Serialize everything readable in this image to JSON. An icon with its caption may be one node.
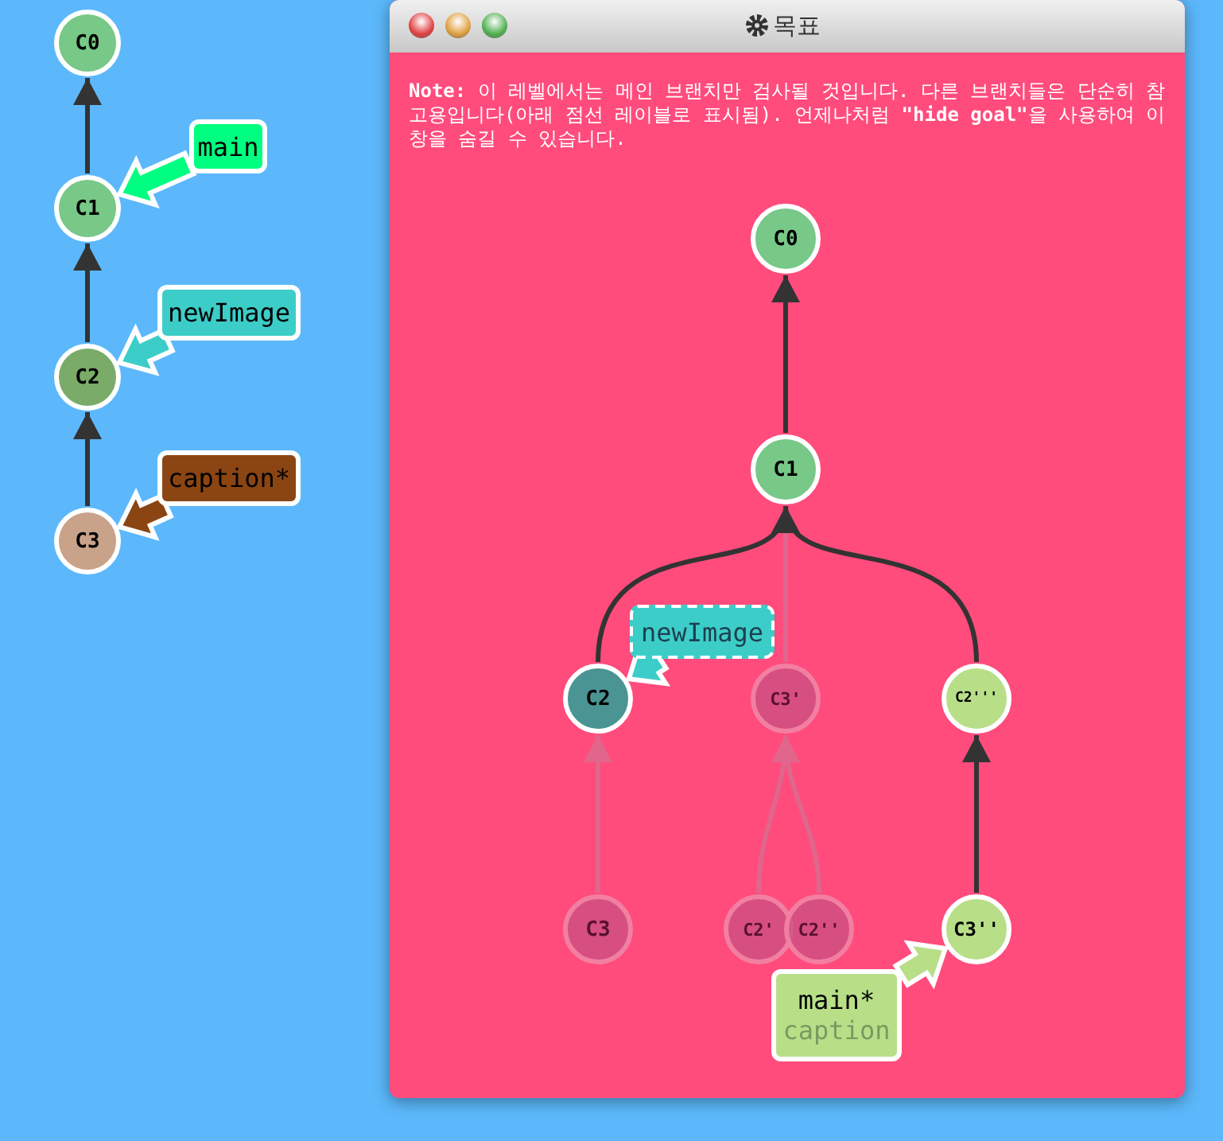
{
  "diagram": {
    "nodes": [
      {
        "text": [
          "C0"
        ]
      },
      {
        "text": [
          "C1"
        ]
      },
      {
        "text": [
          "C2"
        ]
      },
      {
        "text": [
          "C3"
        ]
      },
      {
        "text": [
          "main"
        ]
      },
      {
        "text": [
          "newImage"
        ]
      },
      {
        "text": [
          "caption*"
        ]
      },
      {
        "text": [
          "목표",
          "**Note:** 이 레벨에서는 메인 브랜치만 검사될 것입니다. 다른 브랜치들은 단순히 참고용입니다(아래 점선 레이블로 표시됨). 언제나처럼 **\"hide goal\"**을 사용하여 이 창을 숨길 수 있습니다."
        ]
      },
      {
        "text": [
          "C0"
        ],
        "in": 7
      },
      {
        "text": [
          "C1"
        ],
        "in": 7
      },
      {
        "text": [
          "C2"
        ],
        "in": 7
      },
      {
        "text": [
          "C3'"
        ],
        "in": 7
      },
      {
        "text": [
          "C2'''"
        ],
        "in": 7
      },
      {
        "text": [
          "C3"
        ],
        "in": 7
      },
      {
        "text": [
          "C2'"
        ],
        "in": 7
      },
      {
        "text": [
          "C2''"
        ],
        "in": 7
      },
      {
        "text": [
          "C3''"
        ],
        "in": 7
      },
      {
        "text": [
          "newImage"
        ],
        "in": 7
      },
      {
        "text": [
          "main*",
          "caption"
        ],
        "in": 7
      }
    ],
    "edges": [
      {
        "from": 1,
        "to": 0,
        "arrow": "to"
      },
      {
        "from": 2,
        "to": 1,
        "arrow": "to"
      },
      {
        "from": 3,
        "to": 2,
        "arrow": "to"
      },
      {
        "from": 4,
        "to": 1,
        "arrow": "to",
        "style": "thick"
      },
      {
        "from": 5,
        "to": 2,
        "arrow": "to",
        "style": "thick"
      },
      {
        "from": 6,
        "to": 3,
        "arrow": "to",
        "style": "thick"
      },
      {
        "from": 9,
        "to": 8,
        "arrow": "to"
      },
      {
        "from": 10,
        "to": 9,
        "arrow": "to"
      },
      {
        "from": 11,
        "to": 9,
        "arrow": "to",
        "color": "#e0668c"
      },
      {
        "from": 12,
        "to": 9,
        "arrow": "to"
      },
      {
        "from": 13,
        "to": 10,
        "arrow": "to",
        "color": "#e0668c"
      },
      {
        "from": 14,
        "to": 11,
        "arrow": "to",
        "color": "#e0668c"
      },
      {
        "from": 15,
        "to": 11,
        "arrow": "to",
        "color": "#e0668c"
      },
      {
        "from": 16,
        "to": 12,
        "arrow": "to"
      },
      {
        "from": 17,
        "to": 10,
        "arrow": "to",
        "style": "thick"
      },
      {
        "from": 18,
        "to": 16,
        "arrow": "to",
        "style": "thick"
      }
    ]
  }
}
